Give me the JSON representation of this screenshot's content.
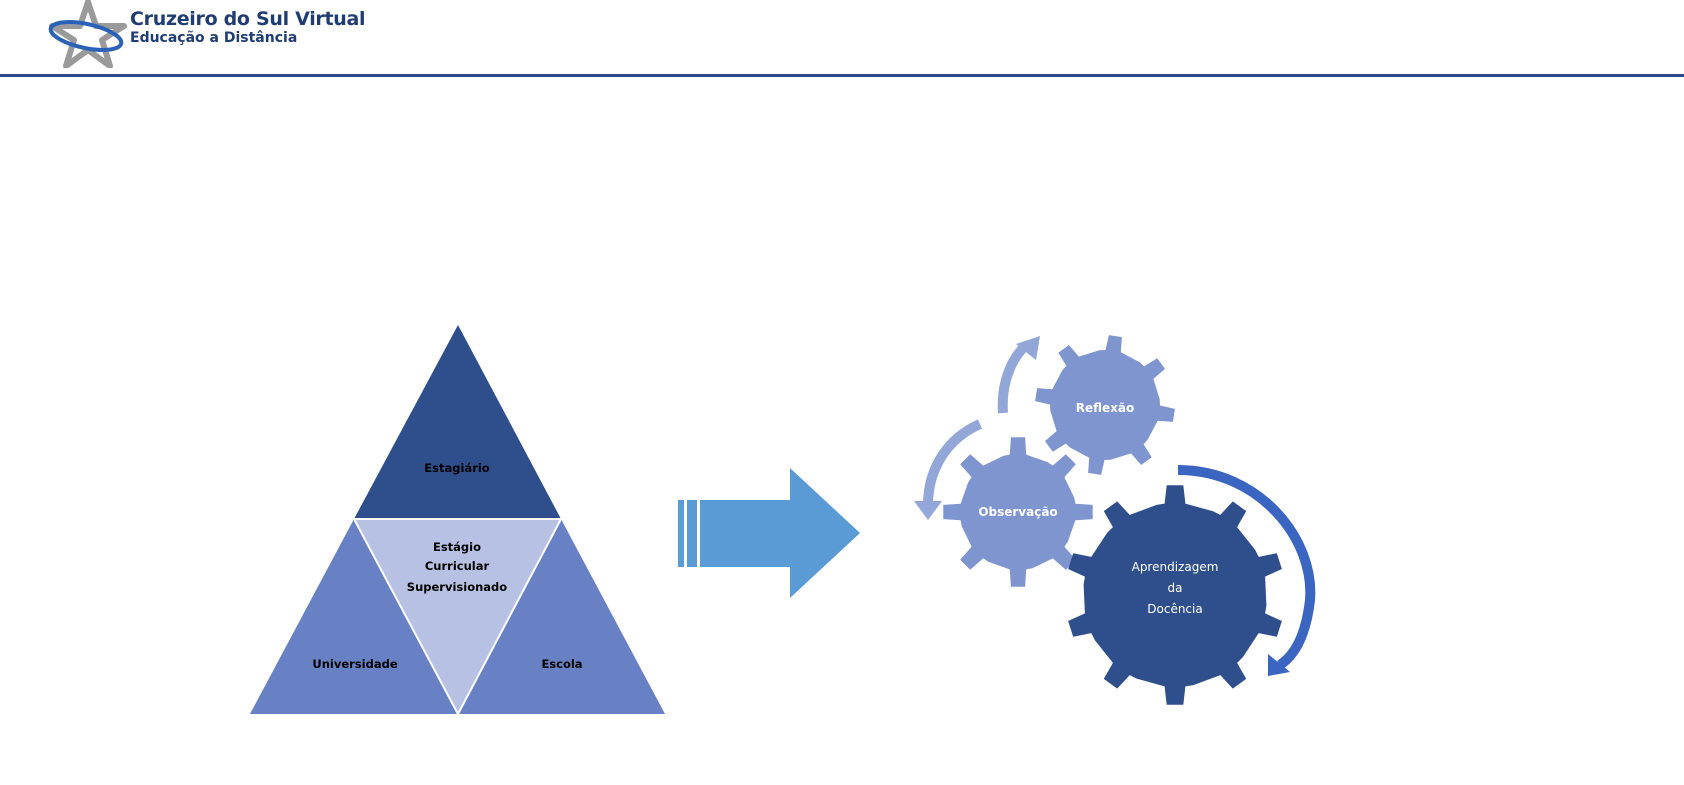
{
  "header": {
    "logo_title": "Cruzeiro do Sul Virtual",
    "logo_subtitle": "Educação a Distância",
    "colors": {
      "brand": "#1f3d73",
      "rule": "#2c4a8a"
    }
  },
  "triangle": {
    "top": "Estagiário",
    "center_lines": [
      "Estágio",
      "Curricular",
      "Supervisionado"
    ],
    "left": "Universidade",
    "right": "Escola",
    "colors": {
      "top": "#2e4f8c",
      "sides": "#6781c4",
      "center": "#b7c1e3"
    }
  },
  "arrow": {
    "color": "#5b9bd5"
  },
  "gears": {
    "reflexao": "Reflexão",
    "observacao": "Observação",
    "aprendizagem_lines": [
      "Aprendizagem",
      "da",
      "Docência"
    ],
    "colors": {
      "light": "#7f95cf",
      "dark": "#2e4f8c",
      "arrow_light": "#93a6d8",
      "arrow_dark": "#3a66c2"
    }
  }
}
